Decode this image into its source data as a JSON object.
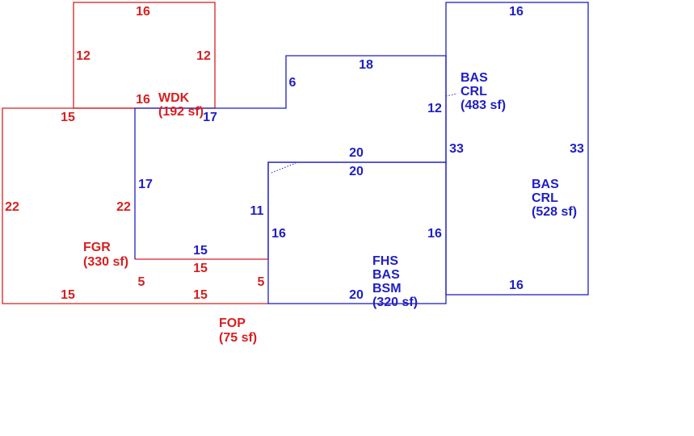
{
  "colors": {
    "exterior": "#d62020",
    "living": "#1f1fc4"
  },
  "areas": {
    "wdk": {
      "code": "WDK",
      "size": "(192 sf)"
    },
    "fgr": {
      "code": "FGR",
      "size": "(330 sf)"
    },
    "fop": {
      "code": "FOP",
      "size": "(75 sf)"
    },
    "bas_upper": {
      "line1": "BAS",
      "line2": "CRL",
      "size": "(483 sf)"
    },
    "bas_right": {
      "line1": "BAS",
      "line2": "CRL",
      "size": "(528 sf)"
    },
    "fhs": {
      "line1": "FHS",
      "line2": "BAS",
      "line3": "BSM",
      "size": "(320 sf)"
    }
  },
  "dimensions": {
    "wdk_top": "16",
    "wdk_left": "12",
    "wdk_right": "12",
    "wdk_bottom": "16",
    "fgr_top": "15",
    "fgr_left": "22",
    "fgr_right": "22",
    "fgr_bottom": "15",
    "fop_top": "15",
    "fop_left": "5",
    "fop_right": "5",
    "fop_bottom": "15",
    "bas_upper_top": "18",
    "bas_upper_step": "6",
    "bas_upper_join": "17",
    "bas_upper_left": "17",
    "bas_upper_inner": "11",
    "bas_upper_bottom": "15",
    "bas_upper_mid": "20",
    "bas_upper_right": "12",
    "fhs_top": "20",
    "fhs_left": "16",
    "fhs_right": "16",
    "fhs_bottom": "20",
    "bas_right_top": "16",
    "bas_right_left": "33",
    "bas_right_right": "33",
    "bas_right_bottom": "16"
  }
}
